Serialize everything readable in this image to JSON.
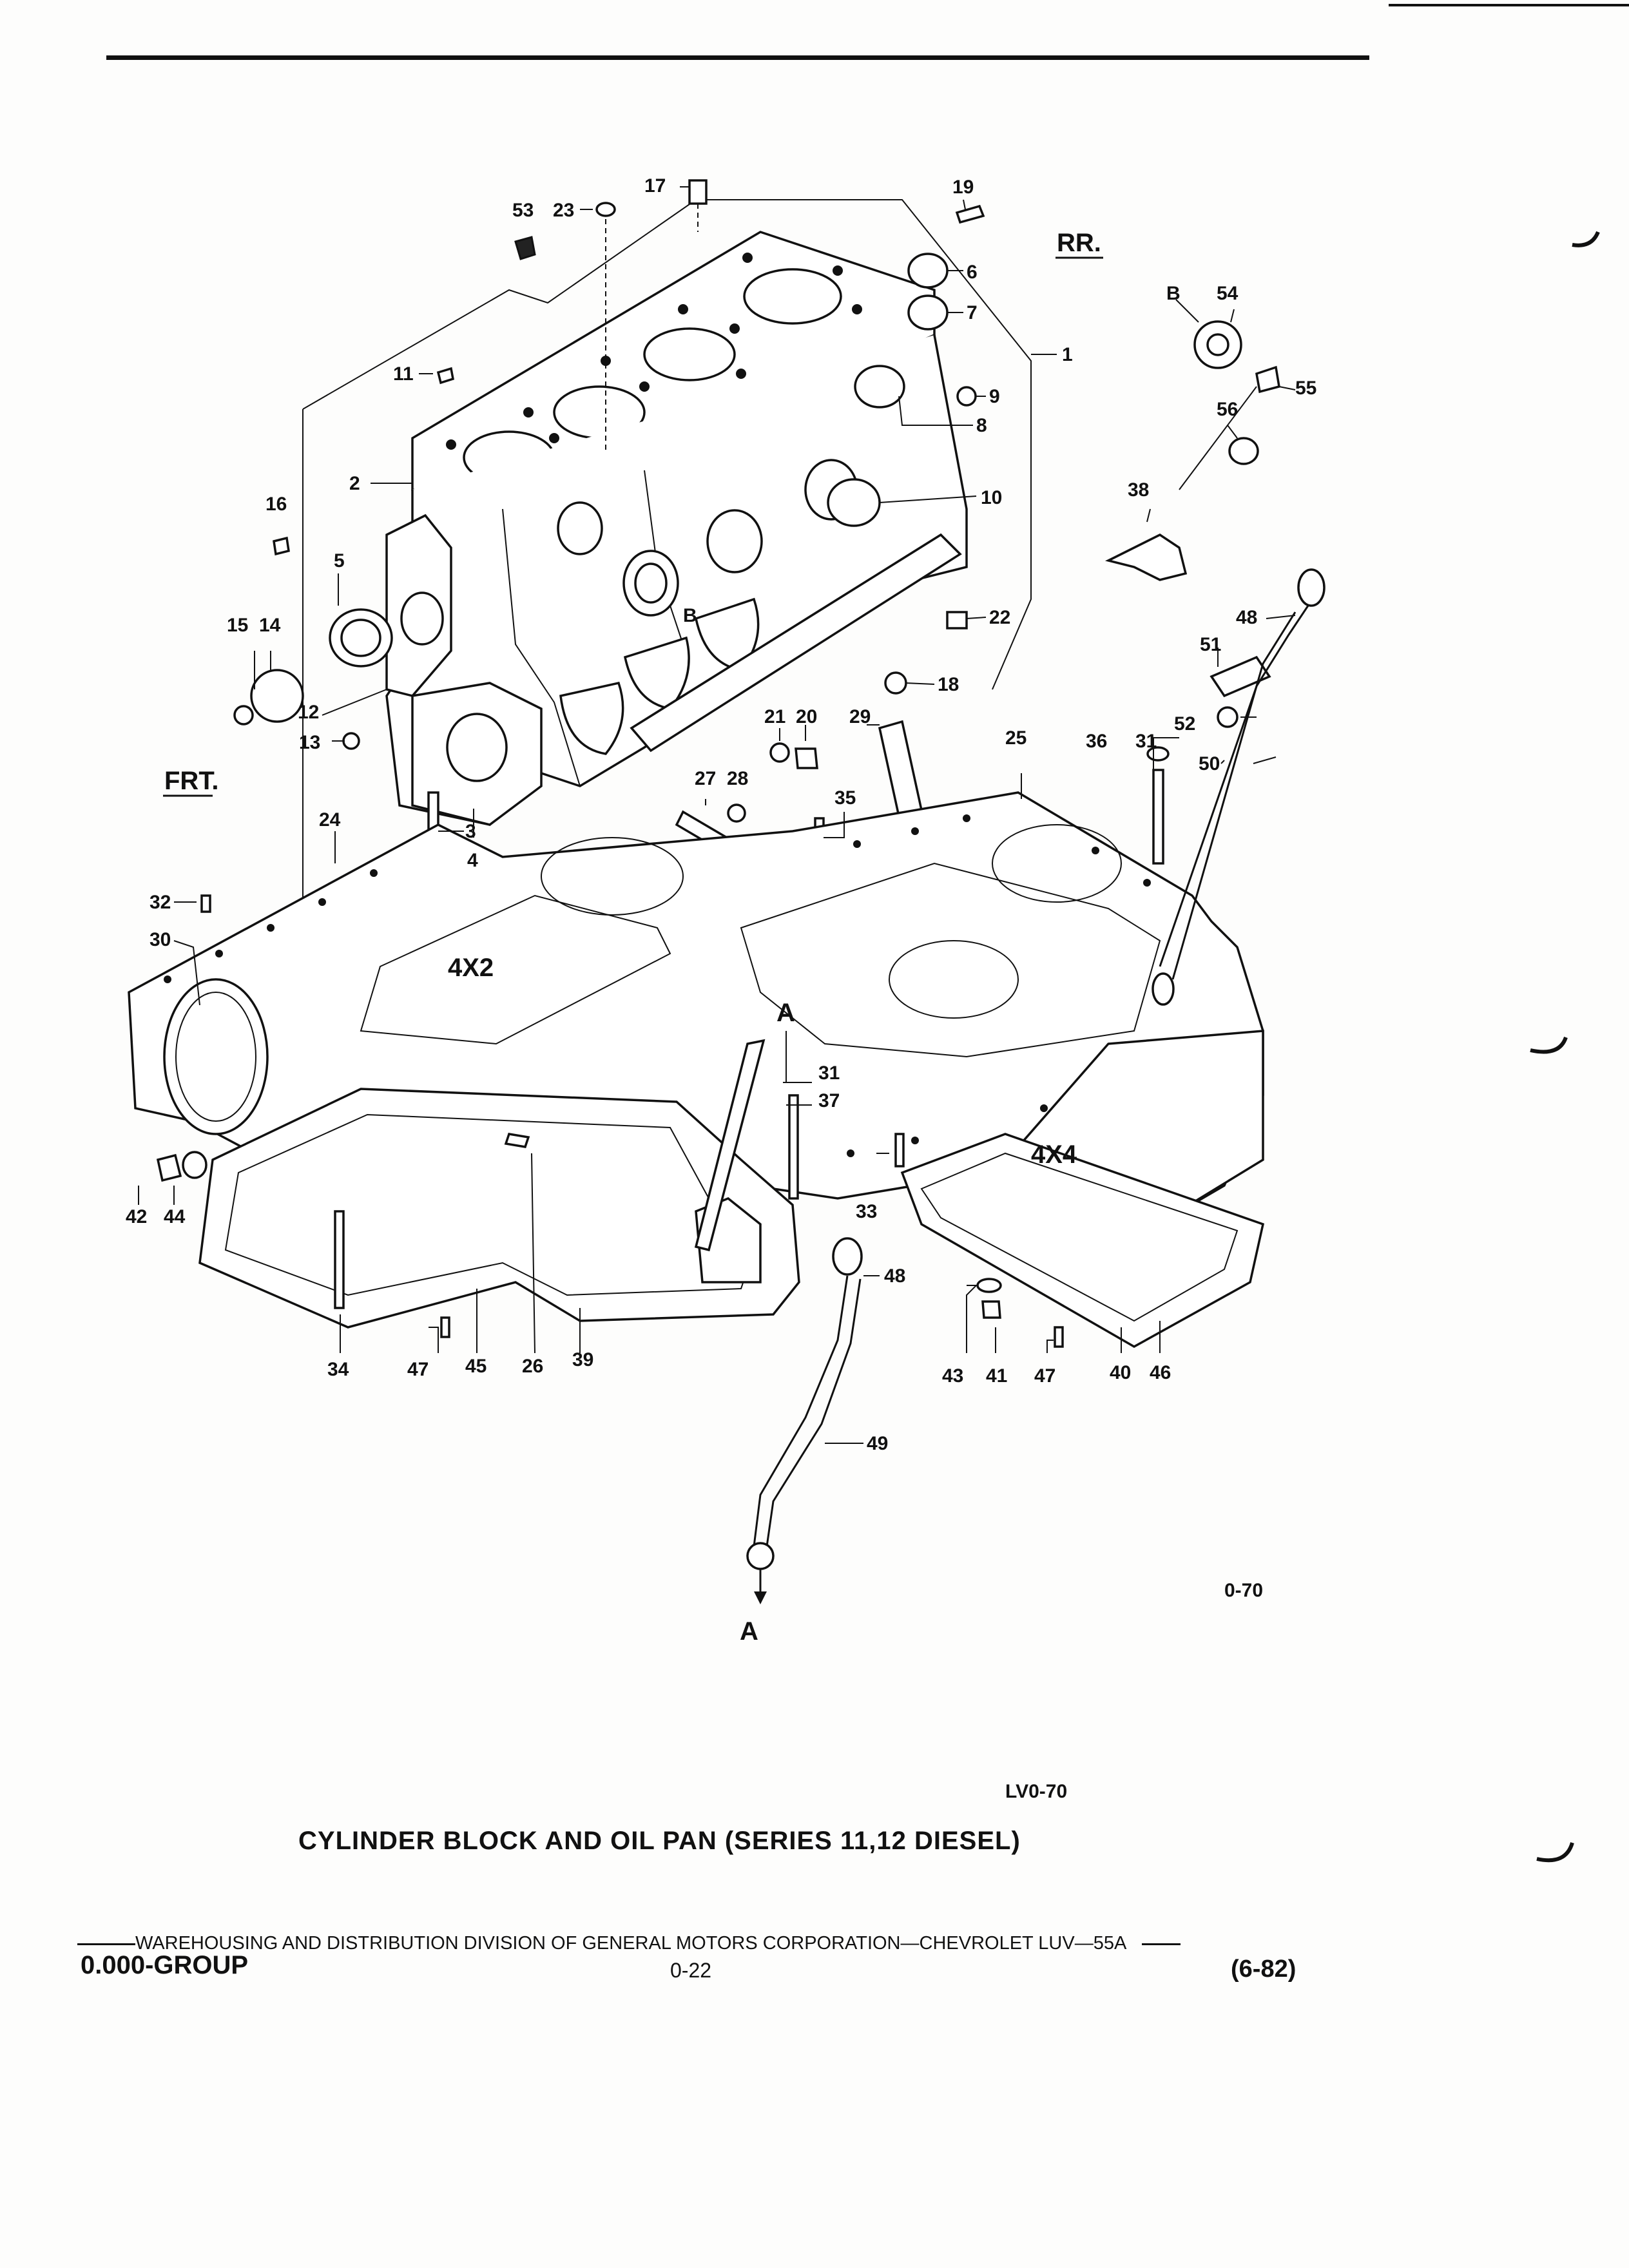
{
  "diagram": {
    "view_labels": {
      "rear": "RR.",
      "front": "FRT."
    },
    "variant_labels": {
      "two_wheel": "4X2",
      "four_wheel": "4X4"
    },
    "connection_labels": [
      "A",
      "A",
      "B",
      "B"
    ],
    "callouts": [
      "1",
      "2",
      "3",
      "4",
      "5",
      "6",
      "7",
      "8",
      "9",
      "10",
      "11",
      "12",
      "13",
      "14",
      "15",
      "16",
      "17",
      "18",
      "19",
      "20",
      "21",
      "22",
      "23",
      "24",
      "25",
      "26",
      "27",
      "28",
      "29",
      "30",
      "31",
      "31",
      "32",
      "33",
      "34",
      "35",
      "36",
      "37",
      "38",
      "39",
      "40",
      "41",
      "42",
      "43",
      "44",
      "45",
      "46",
      "47",
      "47",
      "48",
      "48",
      "49",
      "50",
      "51",
      "52",
      "53",
      "54",
      "55",
      "56"
    ],
    "figure_code": "0-70",
    "drawing_code": "LV0-70"
  },
  "caption": "CYLINDER BLOCK AND OIL PAN (SERIES 11,12 DIESEL)",
  "footer": {
    "division_line": "WAREHOUSING AND DISTRIBUTION  DIVISION OF GENERAL MOTORS CORPORATION—CHEVROLET LUV—55A",
    "group": "0.000-GROUP",
    "page_number": "0-22",
    "date": "(6-82)"
  }
}
